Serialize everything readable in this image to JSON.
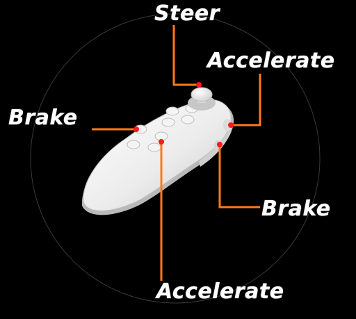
{
  "colors": {
    "background": "#000000",
    "ring": "#3a3a3a",
    "leader_line": "#ff7a1a",
    "anchor_dot": "#ff1a1a",
    "label_text": "#ffffff",
    "controller_body": "#ececec",
    "controller_shadow": "#bdbdbd"
  },
  "controller": {
    "name_icon": "vr-gamepad-controller-icon"
  },
  "callouts": {
    "steer": "Steer",
    "accelerate_top": "Accelerate",
    "brake_left": "Brake",
    "brake_right": "Brake",
    "accelerate_bottom": "Accelerate"
  }
}
